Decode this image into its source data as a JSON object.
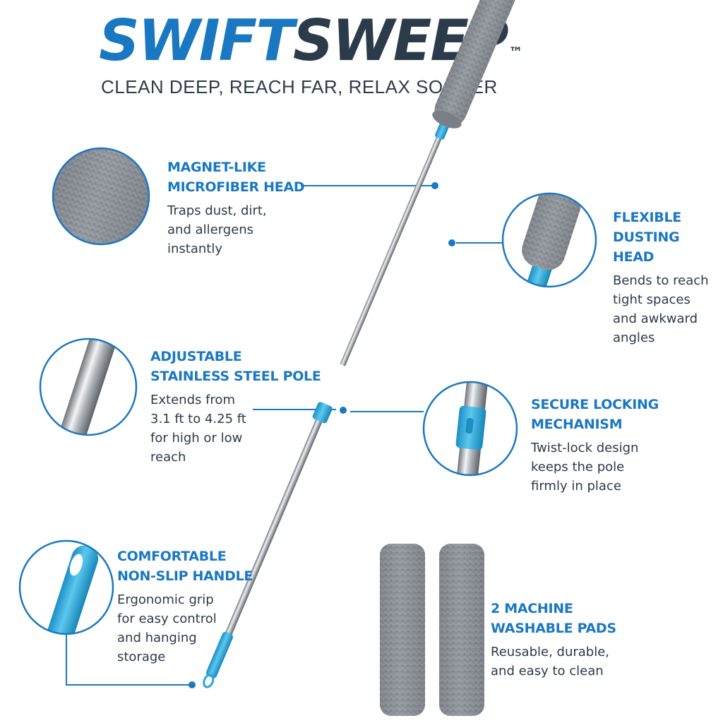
{
  "brand": {
    "part1": "SWIFT",
    "part2": "SWEEP",
    "trademark": "™"
  },
  "tagline": "CLEAN DEEP, REACH FAR, RELAX SOONER",
  "features": [
    {
      "title": "MAGNET-LIKE\nMICROFIBER HEAD",
      "description": "Traps dust, dirt,\nand allergens\ninstantly"
    },
    {
      "title": "FLEXIBLE\nDUSTING HEAD",
      "description": "Bends to reach\ntight spaces\nand awkward\nangles"
    },
    {
      "title": "ADJUSTABLE\nSTAINLESS STEEL POLE",
      "description": "Extends from\n3.1 ft to 4.25 ft\nfor high or low\nreach"
    },
    {
      "title": "SECURE LOCKING\nMECHANISM",
      "description": "Twist-lock design\nkeeps the pole\nfirmly in place"
    },
    {
      "title": "COMFORTABLE\nNON-SLIP HANDLE",
      "description": "Ergonomic grip\nfor easy control\nand hanging\nstorage"
    },
    {
      "title": "2 MACHINE\nWASHABLE PADS",
      "description": "Reusable, durable,\nand easy to clean"
    }
  ],
  "colors": {
    "brand_blue": "#1a78c2",
    "dark_text": "#2c3b4a",
    "accent_cyan": "#2aa6d8",
    "microfiber_gray": "#7f848b",
    "steel": "#c8ccd0"
  }
}
